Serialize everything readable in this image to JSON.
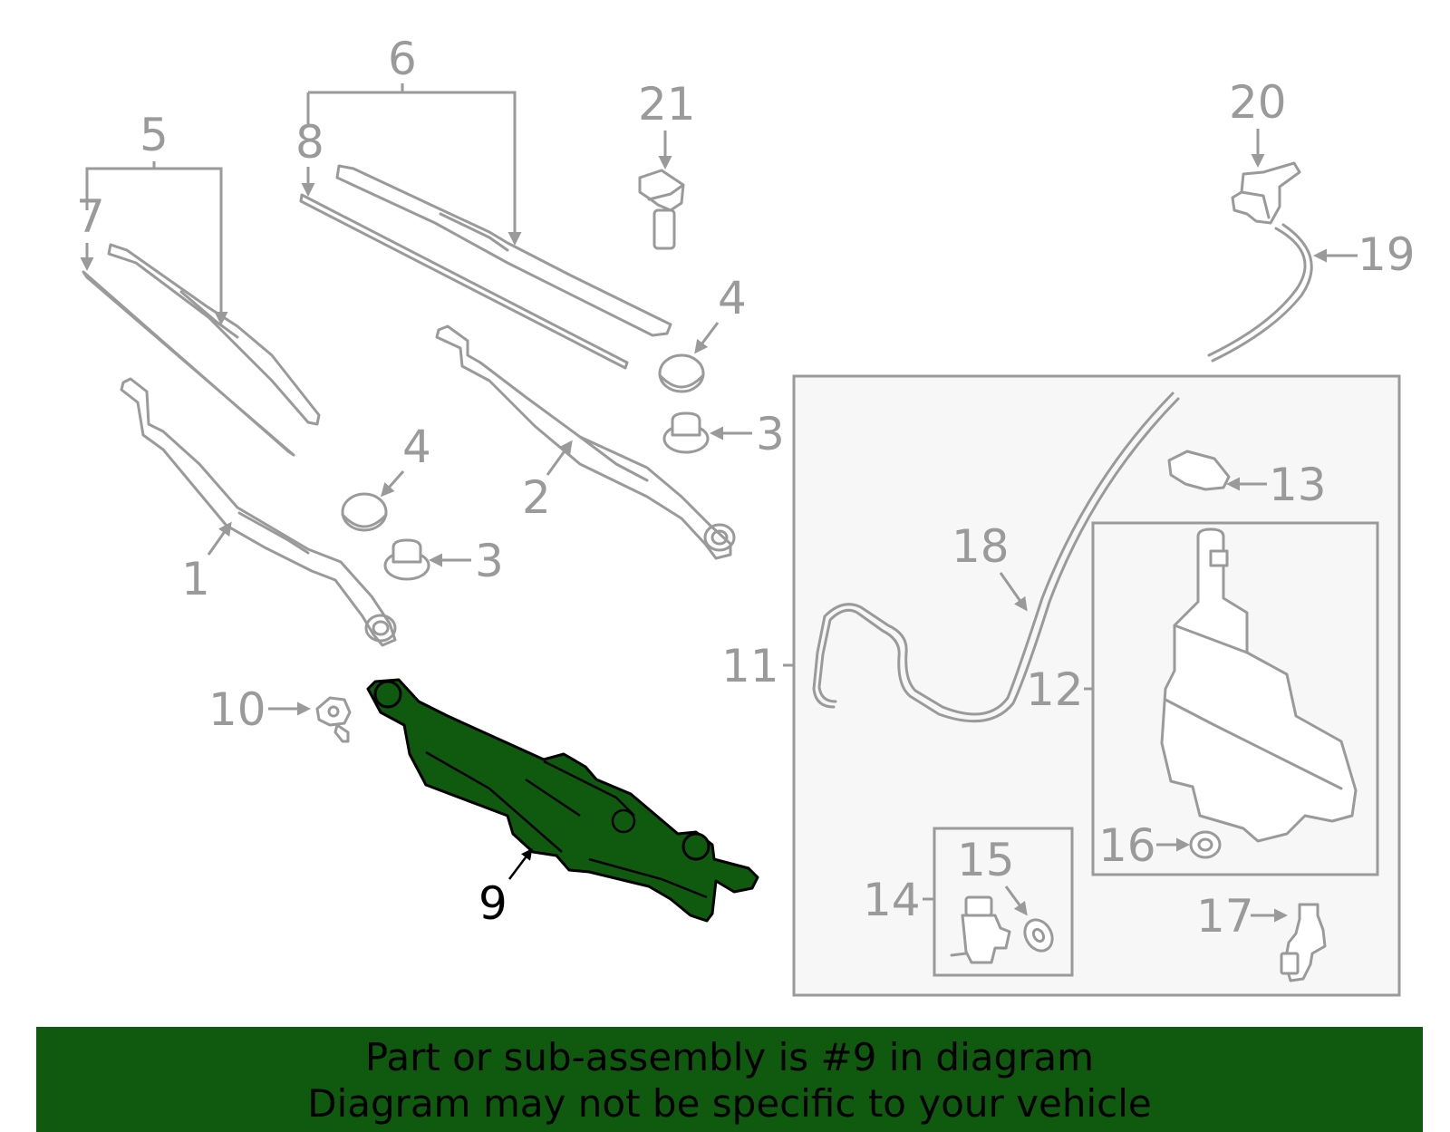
{
  "callouts": {
    "c1": "1",
    "c2": "2",
    "c3a": "3",
    "c3b": "3",
    "c4a": "4",
    "c4b": "4",
    "c5": "5",
    "c6": "6",
    "c7": "7",
    "c8": "8",
    "c9": "9",
    "c10": "10",
    "c11": "11",
    "c12": "12",
    "c13": "13",
    "c14": "14",
    "c15": "15",
    "c16": "16",
    "c17": "17",
    "c18": "18",
    "c19": "19",
    "c20": "20",
    "c21": "21"
  },
  "highlight": {
    "part_number": "9",
    "color": "#0f5a0f"
  },
  "banner": {
    "line1": "Part or sub-assembly is #9 in diagram",
    "line2": "Diagram may not be specific to your vehicle"
  }
}
